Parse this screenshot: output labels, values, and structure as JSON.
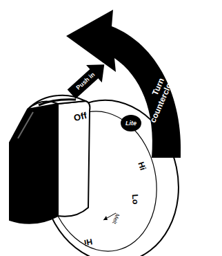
{
  "diagram": {
    "labels": [
      "Turn counterclockwise",
      "Push in",
      "Off",
      "Lite",
      "Hi",
      "Lo",
      "Melt",
      "Hi"
    ]
  }
}
